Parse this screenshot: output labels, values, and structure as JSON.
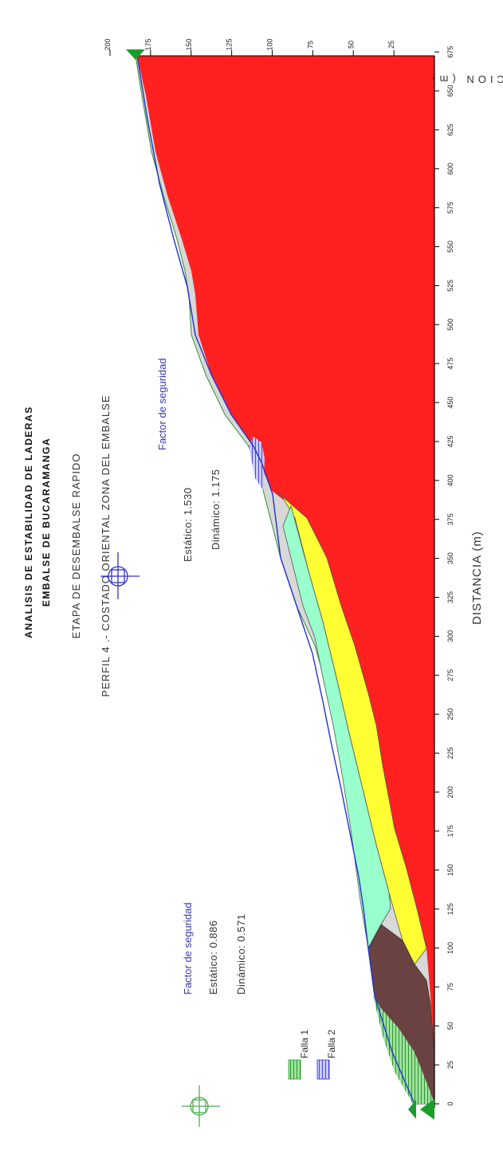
{
  "title": {
    "line1": "ANALISIS DE ESTABILIDAD DE LADERAS",
    "line2": "EMBALSE DE BUCARAMANGA",
    "stage": "ETAPA DE DESEMBALSE RAPIDO",
    "profile": "PERFIL 4 .- COSTADO ORIENTAL ZONA DEL EMBALSE"
  },
  "axes": {
    "x_label": "DISTANCIA (m)",
    "y_label": "ELEVACION (m)",
    "x_ticks": [
      "0",
      "25",
      "50",
      "75",
      "100",
      "125",
      "150",
      "175",
      "200",
      "225",
      "250",
      "275",
      "300",
      "325",
      "350",
      "375",
      "400",
      "425",
      "450",
      "475",
      "500",
      "525",
      "550",
      "575",
      "600",
      "625",
      "650",
      "675"
    ],
    "y_ticks": [
      "200",
      "175",
      "150",
      "125",
      "100",
      "75",
      "50",
      "25"
    ]
  },
  "safety_factor_1": {
    "heading": "Factor de seguridad",
    "static": "Estático: 1.530",
    "dynamic": "Dinámico: 1.175"
  },
  "safety_factor_2": {
    "heading": "Factor de seguridad",
    "static": "Estático: 0.886",
    "dynamic": "Dinámico: 0.571"
  },
  "legend": {
    "failure1": "Falla 1",
    "failure2": "Falla 2"
  },
  "colors": {
    "rock": "#ff2020",
    "sand": "#ffff33",
    "clay": "#99ffcc",
    "brown": "#6b4242",
    "surface": "#d8d8d8",
    "failure1": "#2e9e2e",
    "failure2": "#3333cc",
    "heading": "#3b3bb0"
  }
}
